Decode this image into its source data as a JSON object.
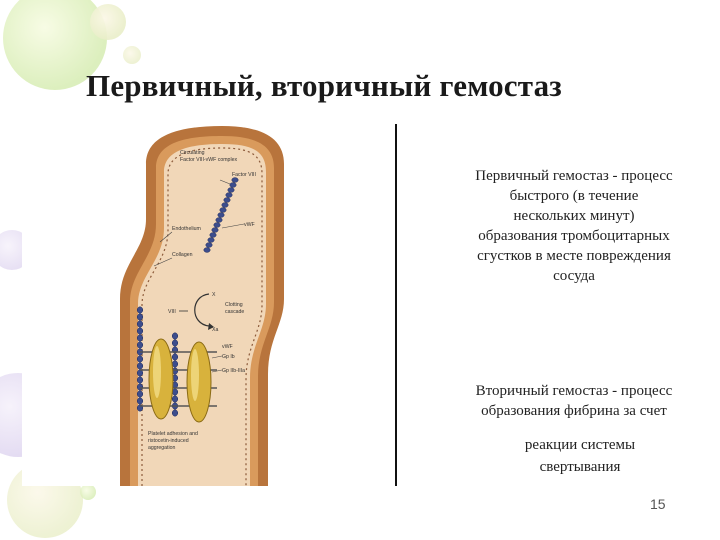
{
  "slide": {
    "title": "Первичный, вторичный гемостаз",
    "primary_lines": [
      "Первичный гемостаз - процесс",
      "быстрого (в течение",
      "нескольких минут)",
      "образования тромбоцитарных",
      "сгустков в месте повреждения",
      "сосуда"
    ],
    "secondary_lines": [
      "Вторичный гемостаз - процесс",
      "образования фибрина за счет"
    ],
    "secondary_cont_lines": [
      "реакции системы",
      "свертывания"
    ],
    "page_number": "15"
  },
  "figure": {
    "labels": {
      "circulating": "Circulating",
      "complex": "Factor VIII-vWF complex",
      "factor_viii": "Factor VIII",
      "vwf_top": "vWF",
      "endothelium": "Endothelium",
      "collagen": "Collagen",
      "viii": "VIII",
      "x": "X",
      "xa": "Xa",
      "clotting": "Clotting",
      "cascade": "cascade",
      "vwf_mid": "vWF",
      "gp1b": "Gp Ib",
      "gp2b": "Gp IIb-IIIa",
      "adhesion1": "Platelet adhesion and",
      "adhesion2": "ristocetin-induced",
      "adhesion3": "aggregation"
    }
  },
  "colors": {
    "vessel_wall": "#b8743c",
    "lumen": "#f1d7b8",
    "platelet": "#d8b23c",
    "vwf_chain": "#3d4d8c",
    "divider": "#111111",
    "text": "#222222"
  }
}
